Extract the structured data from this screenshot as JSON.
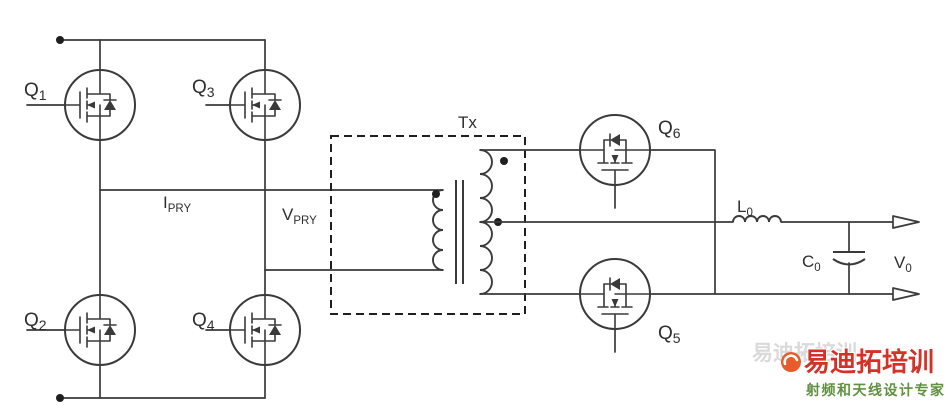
{
  "labels": {
    "q1": {
      "main": "Q",
      "sub": "1"
    },
    "q2": {
      "main": "Q",
      "sub": "2"
    },
    "q3": {
      "main": "Q",
      "sub": "3"
    },
    "q4": {
      "main": "Q",
      "sub": "4"
    },
    "q5": {
      "main": "Q",
      "sub": "5"
    },
    "q6": {
      "main": "Q",
      "sub": "6"
    },
    "ipry": {
      "main": "I",
      "sub": "PRY"
    },
    "vpry": {
      "main": "V",
      "sub": "PRY"
    },
    "tx": "Tx",
    "l0": {
      "main": "L",
      "sub": "0"
    },
    "c0": {
      "main": "C",
      "sub": "0"
    },
    "v0": {
      "main": "V",
      "sub": "0"
    }
  },
  "watermark": {
    "brand": "易迪拓培训",
    "tagline": "射频和天线设计专家"
  },
  "colors": {
    "wire": "#3a3a3a",
    "dashed_box": "#1f1f1f",
    "brand_red": "#d53227",
    "logo_orange": "#e65c2b",
    "tagline_green": "#5f9140",
    "ghost_gray": "#bdbdbd",
    "background": "#ffffff"
  }
}
